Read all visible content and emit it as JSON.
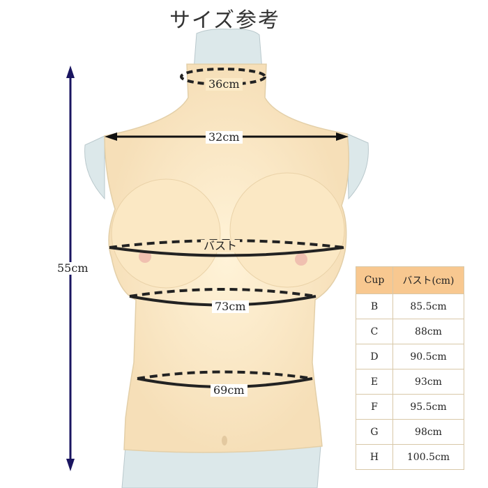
{
  "title": "サイズ参考",
  "measurements": {
    "neck": "36cm",
    "shoulder": "32cm",
    "bust": "バスト",
    "underbust": "73cm",
    "waist": "69cm",
    "height": "55cm"
  },
  "size_table": {
    "headers": [
      "Cup",
      "バスト(cm)"
    ],
    "rows": [
      [
        "B",
        "85.5cm"
      ],
      [
        "C",
        "88cm"
      ],
      [
        "D",
        "90.5cm"
      ],
      [
        "E",
        "93cm"
      ],
      [
        "F",
        "95.5cm"
      ],
      [
        "G",
        "98cm"
      ],
      [
        "H",
        "100.5cm"
      ]
    ]
  },
  "colors": {
    "skin": "#fcebc8",
    "stand": "#d9e6e8",
    "arrow": "#1a1560",
    "table_header": "#f8c890"
  }
}
